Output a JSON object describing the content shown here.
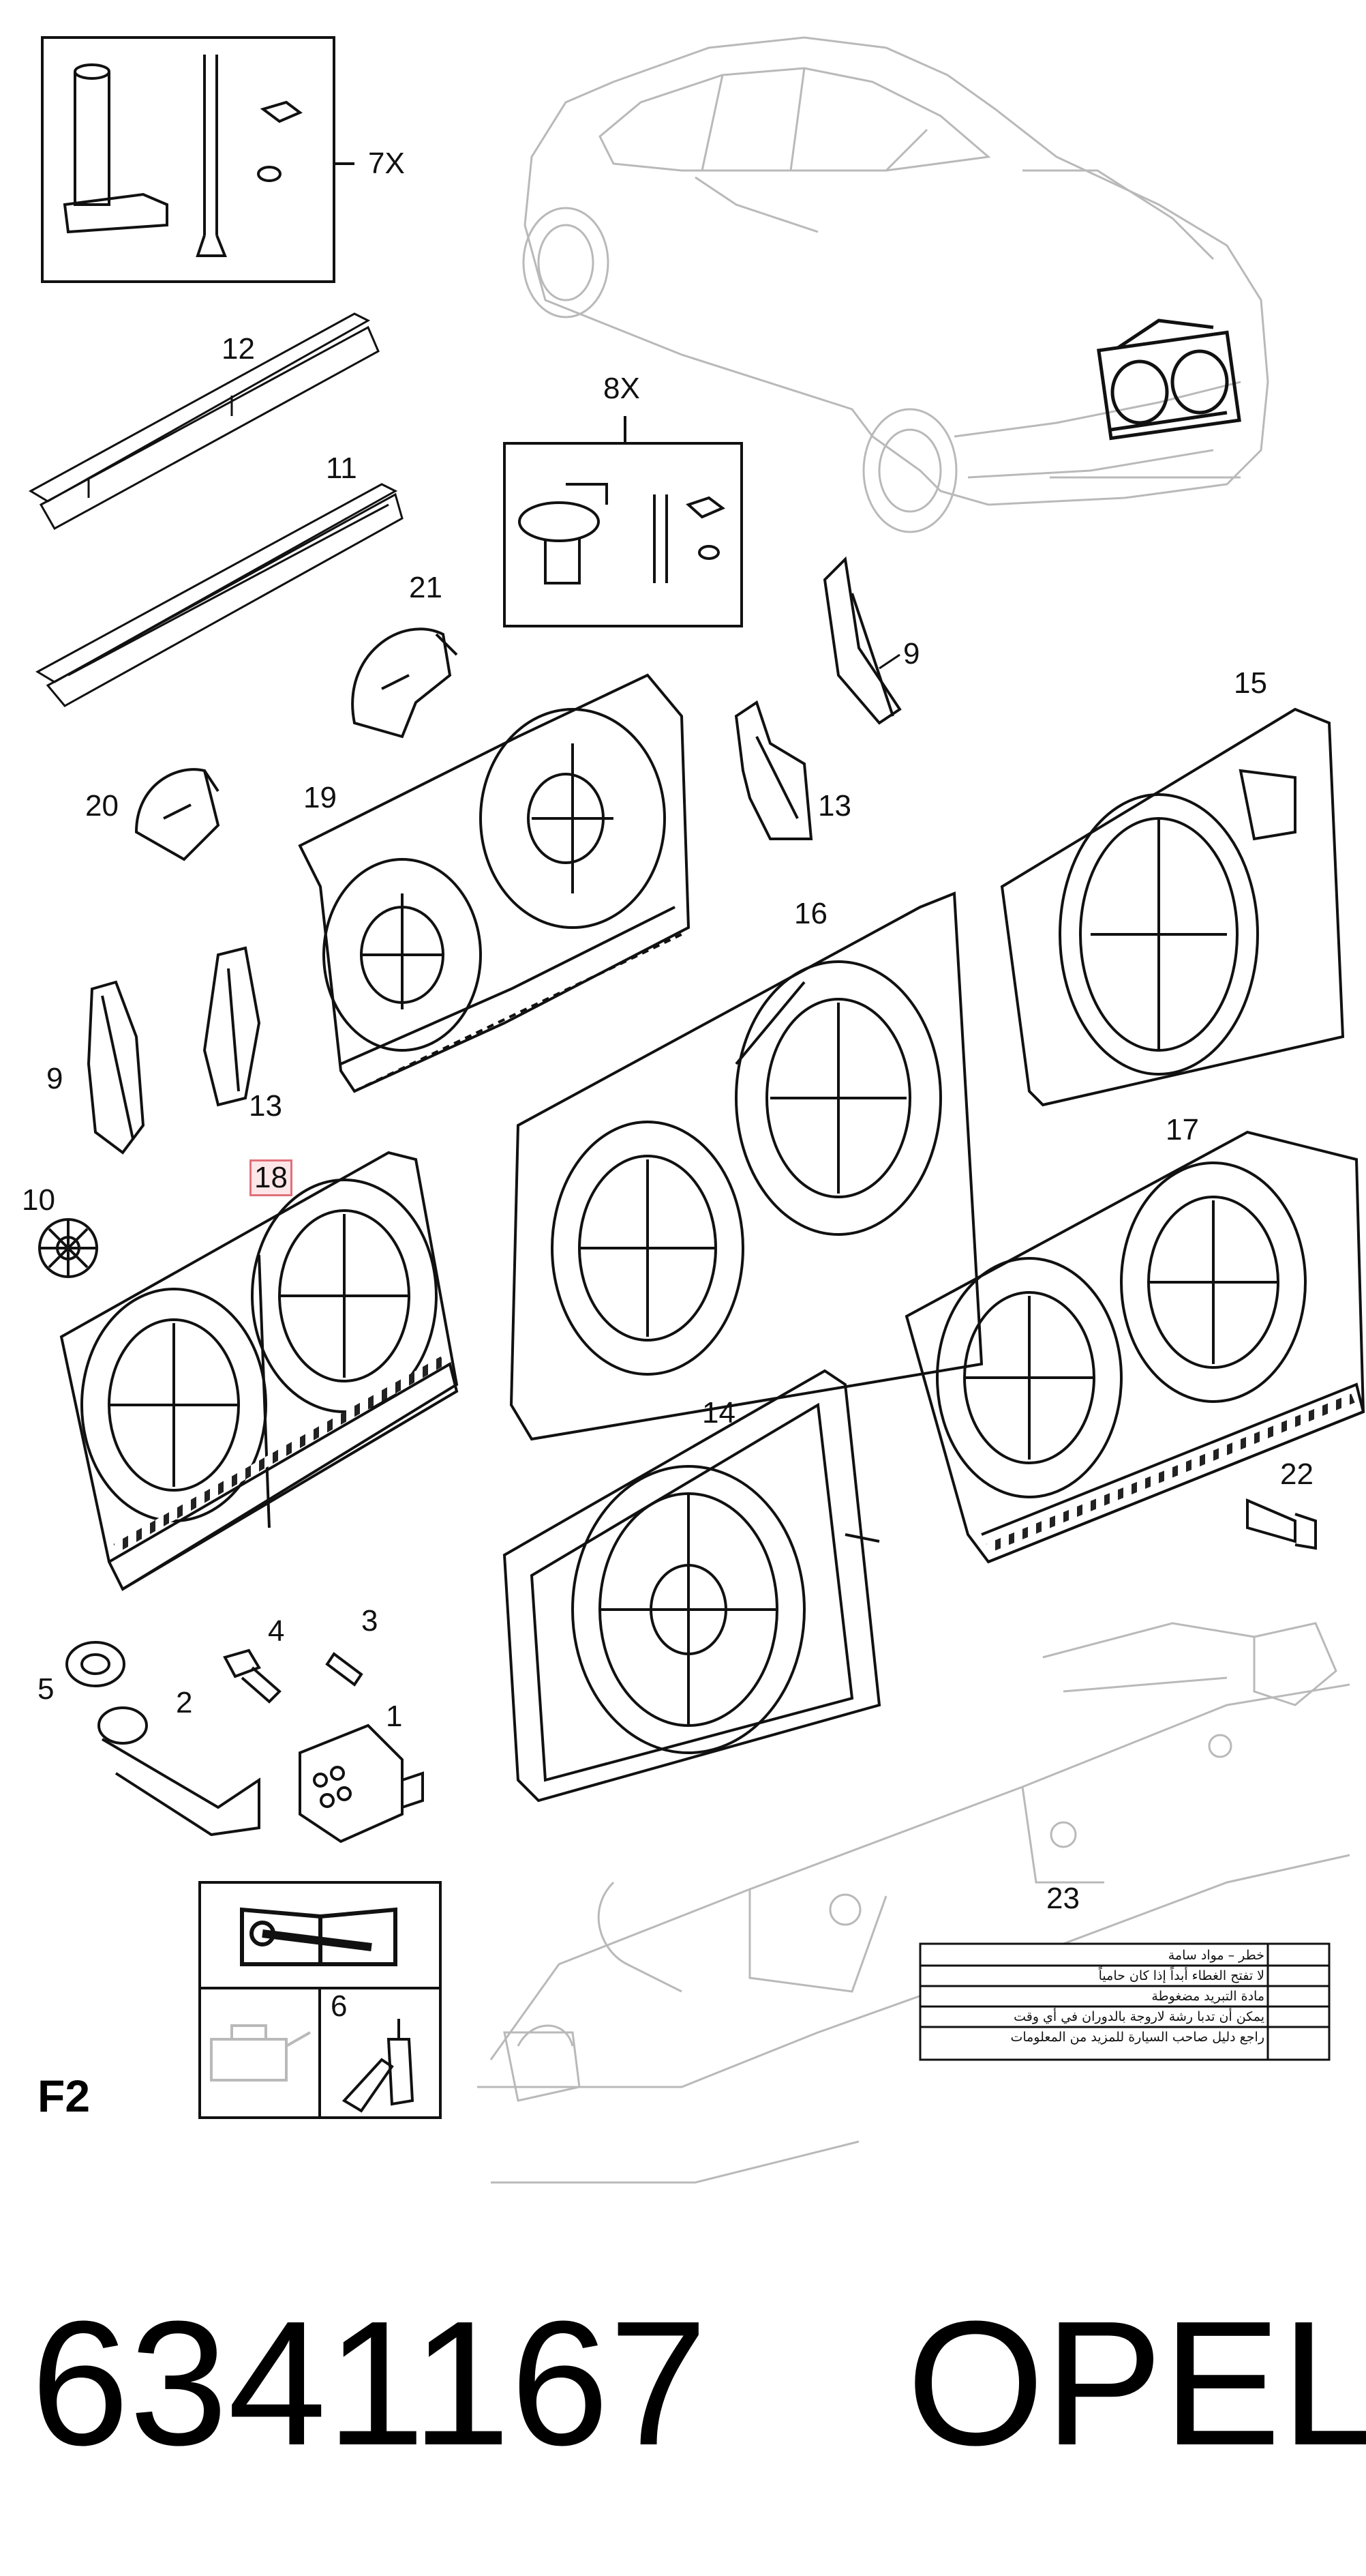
{
  "labels": {
    "p1": "1",
    "p2": "2",
    "p3": "3",
    "p4": "4",
    "p5": "5",
    "p6": "6",
    "p7x": "7X",
    "p8x": "8X",
    "p9a": "9",
    "p9b": "9",
    "p10": "10",
    "p11": "11",
    "p12": "12",
    "p13a": "13",
    "p13b": "13",
    "p14": "14",
    "p15": "15",
    "p16": "16",
    "p17": "17",
    "p18": "18",
    "p19": "19",
    "p20": "20",
    "p21": "21",
    "p22": "22",
    "p23": "23"
  },
  "section_code": "F2",
  "part_number": "6341167",
  "brand": "OPEL",
  "warning_label_lines": [
    "خطر – مواد سامة",
    "لا تفتح الغطاء أبداً إذا كان حامياً",
    "مادة التبريد مضغوطة",
    "يمكن أن تدبا رشة لاروجة بالدوران في أي وقت",
    "راجع دليل صاحب السيارة للمزيد من المعلومات"
  ],
  "colors": {
    "line": "#111111",
    "ghost": "#b9b9b9",
    "highlight": "#e0707a"
  }
}
